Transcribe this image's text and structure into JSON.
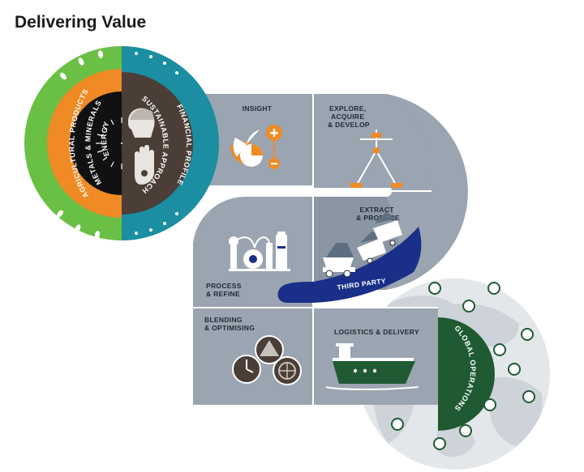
{
  "title": "Delivering Value",
  "colors": {
    "green": "#6abf45",
    "orange": "#f08a24",
    "teal": "#1b8ea1",
    "brown": "#4a3e37",
    "slate": "#9aa5b1",
    "slate_dark": "#8a96a3",
    "navy": "#1a2f88",
    "forest": "#1f5a33",
    "globe": "#e3e7ea"
  },
  "ring": {
    "outer_left": "AGRICULTURAL PRODUCTS",
    "mid_left": "METALS & MINERALS",
    "inner_left": "ENERGY",
    "right_inner": "SUSTAINABLE APPROACH",
    "right_outer": "FINANCIAL PROFILE"
  },
  "steps": {
    "insight": "INSIGHT",
    "explore": [
      "EXPLORE,",
      "ACQUIRE",
      "& DEVELOP"
    ],
    "extract": [
      "EXTRACT",
      "& PRODUCE"
    ],
    "third_party": "THIRD PARTY",
    "process": [
      "PROCESS",
      "& REFINE"
    ],
    "blending": [
      "BLENDING",
      "& OPTIMISING"
    ],
    "logistics": "LOGISTICS & DELIVERY",
    "global": "GLOBAL OPERATIONS"
  },
  "icons": {
    "insight": "pie-chart-plus-minus-icon",
    "explore": "drilling-rig-icon",
    "extract": "mining-trucks-icon",
    "process": "refinery-icon",
    "blending": "clock-and-dials-icon",
    "logistics": "ship-icon",
    "sustainable_face": "worker-head-icon",
    "sustainable_hand": "hand-icon",
    "energy": "sunburst-icon",
    "global_nodes": "location-node-icon"
  }
}
